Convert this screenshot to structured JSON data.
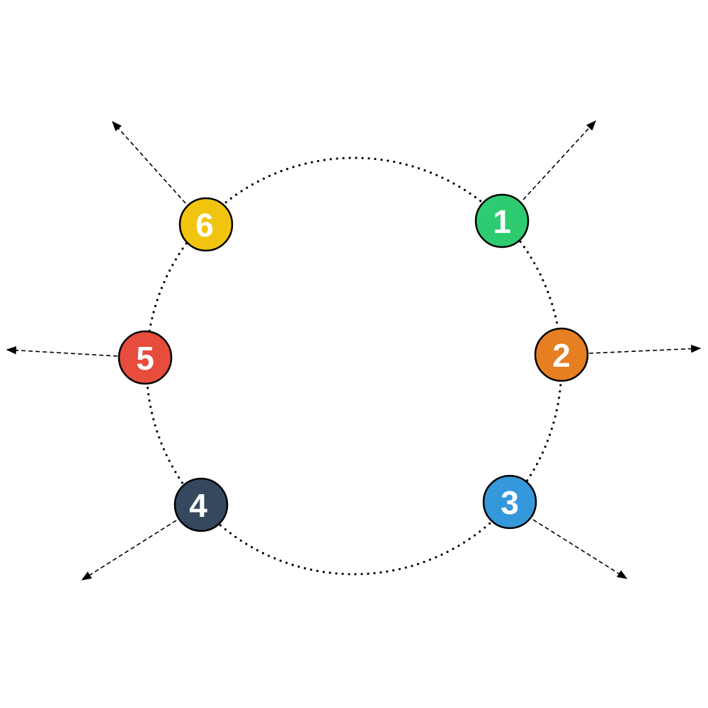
{
  "diagram": {
    "ring_color": "#000000",
    "arrow_color": "#000000",
    "node_stroke": "#000000",
    "nodes": [
      {
        "label": "1",
        "color": "#2ecc71"
      },
      {
        "label": "2",
        "color": "#e67e22"
      },
      {
        "label": "3",
        "color": "#3498db"
      },
      {
        "label": "4",
        "color": "#34495e"
      },
      {
        "label": "5",
        "color": "#e74c3c"
      },
      {
        "label": "6",
        "color": "#f1c40f"
      }
    ]
  }
}
